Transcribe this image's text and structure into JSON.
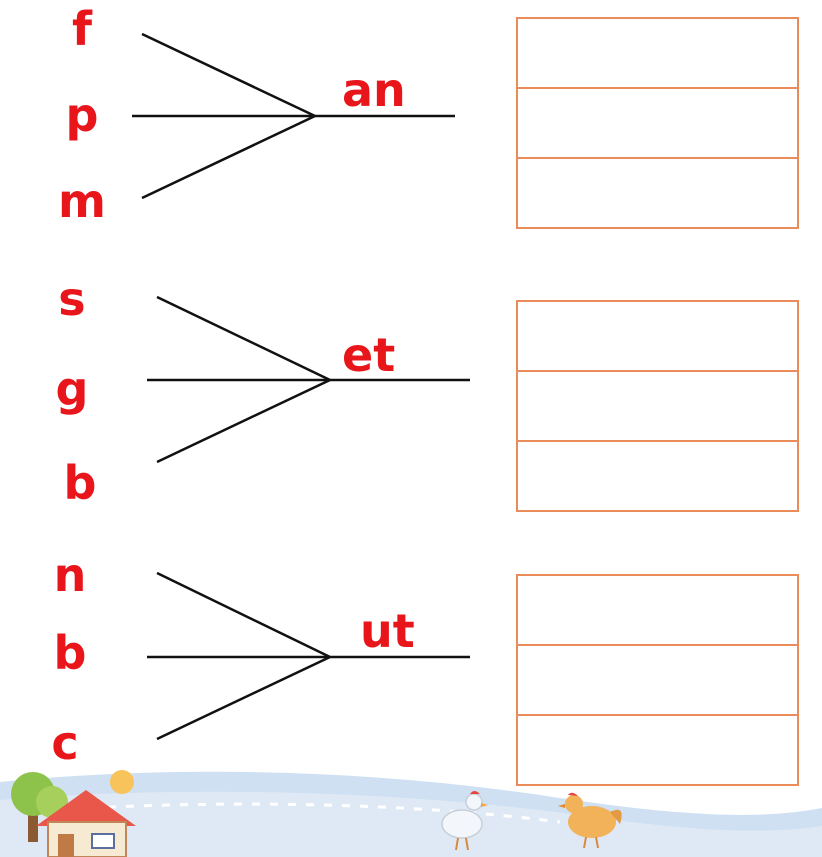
{
  "groups": [
    {
      "initials": [
        "f",
        "p",
        "m"
      ],
      "ending": "an",
      "answer_rows": 3
    },
    {
      "initials": [
        "s",
        "g",
        "b"
      ],
      "ending": "et",
      "answer_rows": 3
    },
    {
      "initials": [
        "n",
        "b",
        "c"
      ],
      "ending": "ut",
      "answer_rows": 3
    }
  ],
  "colors": {
    "letters": "#e8151b",
    "box_border": "#e98c5a",
    "lines": "#111111",
    "sky": "#cfe0f2"
  },
  "decorations": [
    "house-icon",
    "tree-icon",
    "sun-icon",
    "rooster-icon",
    "hen-icon"
  ]
}
